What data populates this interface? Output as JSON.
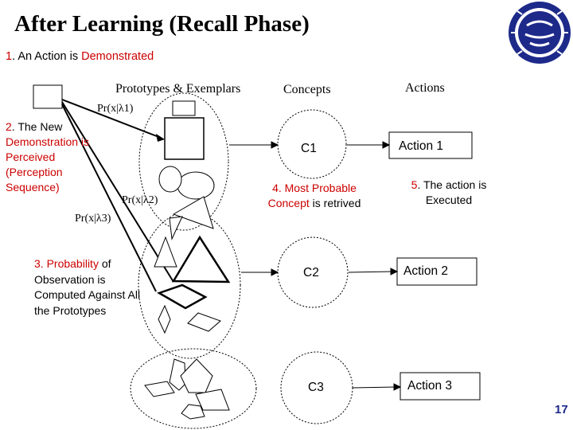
{
  "title": "After Learning (Recall Phase)",
  "step1": {
    "num": "1",
    "text_black": ". An Action is ",
    "text_red": "Demonstrated"
  },
  "headers": {
    "prototypes": "Prototypes & Exemplars",
    "concepts": "Concepts",
    "actions": "Actions"
  },
  "step2": {
    "num": "2",
    "text_black": ". The New ",
    "text_red": "Demonstration is Perceived (Perception Sequence)"
  },
  "step3": {
    "num": "3",
    "text_red": ". Probability ",
    "text_black": "of Observation is Computed Against All the Prototypes"
  },
  "step4": {
    "num": "4",
    "text_red_1": ". Most Probable Concept",
    "text_black": " is retrived"
  },
  "step5": {
    "num": "5",
    "text_black": ". The action is Executed"
  },
  "probabilities": {
    "p1": "Pr(x|λ1)",
    "p2": "Pr(x|λ2)",
    "p3": "Pr(x|λ3)"
  },
  "concepts": [
    "C1",
    "C2",
    "C3"
  ],
  "actions": [
    "Action 1",
    "Action 2",
    "Action 3"
  ],
  "page_number": "17",
  "colors": {
    "accent_red": "#cc0000",
    "page_number": "#1d2a8a",
    "logo_blue": "#1d2a8a"
  },
  "icons": {
    "logo": "university-of-tehran-seal"
  }
}
